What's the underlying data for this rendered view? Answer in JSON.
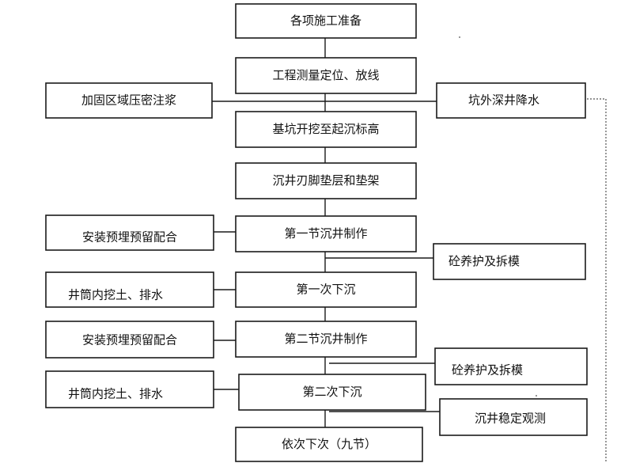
{
  "flowchart": {
    "main_steps": [
      "各项施工准备",
      "工程测量定位、放线",
      "基坑开挖至起沉标高",
      "沉井刃脚垫层和垫架",
      "第一节沉井制作",
      "第一次下沉",
      "第二节沉井制作",
      "第二次下沉",
      "依次下次（九节）"
    ],
    "left_steps": [
      "加固区域压密注浆",
      "安装预埋预留配合",
      "井筒内挖土、排水",
      "安装预埋预留配合",
      "井筒内挖土、排水"
    ],
    "right_steps": [
      "坑外深井降水",
      "砼养护及拆模",
      "砼养护及拆模",
      "沉井稳定观测"
    ]
  }
}
